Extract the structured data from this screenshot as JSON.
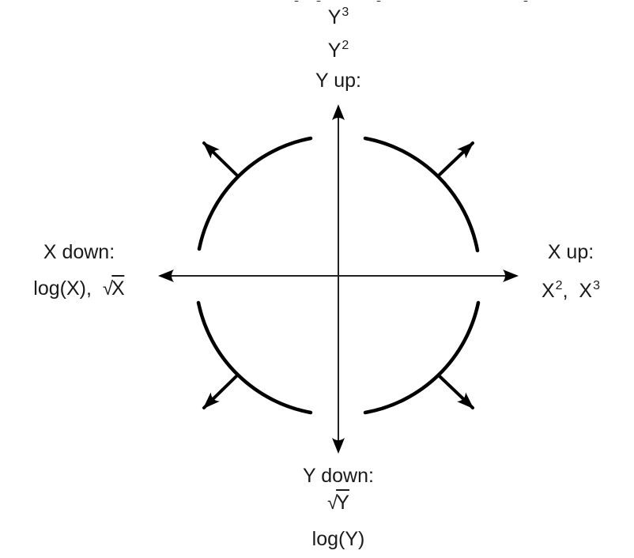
{
  "labels": {
    "y_up": {
      "title": "Y up:",
      "line1": "Y",
      "line1_sup": "2",
      "line2": "Y",
      "line2_sup": "3"
    },
    "y_down": {
      "title": "Y down:",
      "sqrt_var": "Y",
      "log": "log(Y)"
    },
    "x_down": {
      "title": "X down:",
      "log": "log(X),",
      "sqrt_var": "X"
    },
    "x_up": {
      "title": "X up:",
      "term1": "X",
      "term1_sup": "2",
      "sep": ",",
      "term2": "X",
      "term2_sup": "3"
    }
  },
  "colors": {
    "stroke": "#000000",
    "text": "#1a1a1a",
    "background": "#ffffff"
  },
  "icons": {
    "axis_arrows": [
      "arrow-up-icon",
      "arrow-down-icon",
      "arrow-left-icon",
      "arrow-right-icon"
    ],
    "arc_arrows": [
      "arrow-upper-left-icon",
      "arrow-upper-right-icon",
      "arrow-lower-left-icon",
      "arrow-lower-right-icon"
    ]
  }
}
